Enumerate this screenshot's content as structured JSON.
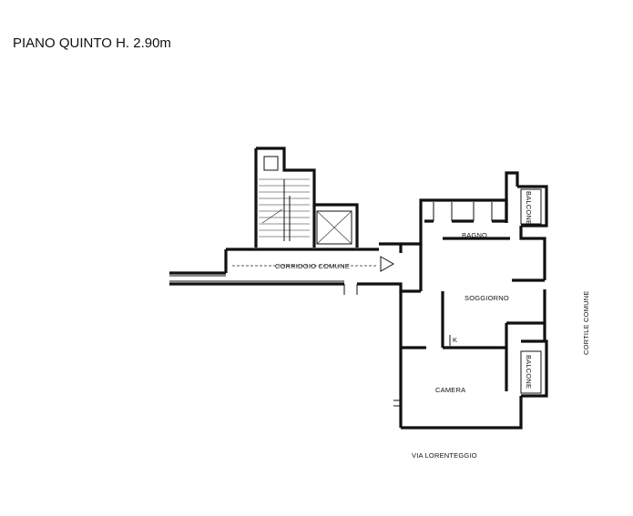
{
  "title": "PIANO QUINTO H. 2.90m",
  "rooms": {
    "corridoio": "CORRIDOIO COMUNE",
    "bagno": "BAGNO",
    "soggiorno": "SOGGIORNO",
    "camera": "CAMERA",
    "k": "K",
    "balcone_top": "BALCONE",
    "balcone_bottom": "BALCONE"
  },
  "outside": {
    "street": "VIA LORENTEGGIO",
    "courtyard": "CORTILE COMUNE"
  }
}
